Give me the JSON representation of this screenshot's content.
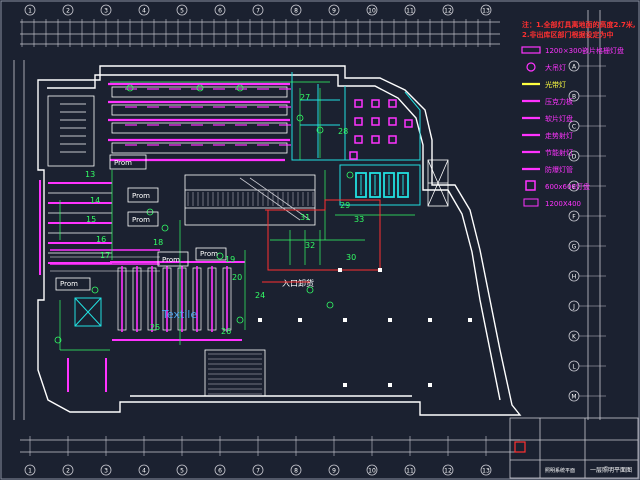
{
  "colors": {
    "background": "#1b2130",
    "wall": "#ffffff",
    "light": "#ff33ff",
    "circuit": "#33ff66",
    "cyan": "#22e0e0",
    "red": "#ff3030",
    "yellow": "#ffff40"
  },
  "notes": {
    "line1": "注：1.全部灯具离地面的高度2.7米,",
    "line2": "2.非出库区部门根据设定为中"
  },
  "legend": [
    {
      "label": "1200×300嵌片格栅灯盘",
      "icon": "long-fixture-icon",
      "color": "#ff33ff"
    },
    {
      "label": "大吊灯",
      "icon": "pendant-lamp-icon",
      "color": "#ff33ff"
    },
    {
      "label": "光带灯",
      "icon": "light-strip-icon",
      "color": "#ffff40"
    },
    {
      "label": "压克力板",
      "icon": "acrylic-panel-icon",
      "color": "#ff33ff"
    },
    {
      "label": "软片灯盘",
      "icon": "soft-film-icon",
      "color": "#ff33ff"
    },
    {
      "label": "走势射灯",
      "icon": "spotlight-icon",
      "color": "#ff33ff"
    },
    {
      "label": "节能射灯",
      "icon": "energy-spot-icon",
      "color": "#ff33ff"
    },
    {
      "label": "防爆灯管",
      "icon": "explosion-proof-tube-icon",
      "color": "#ff33ff"
    },
    {
      "label": "600x600灯盘",
      "icon": "square-panel-icon",
      "color": "#ff33ff"
    },
    {
      "label": "1200X400",
      "icon": "wide-panel-icon",
      "color": "#ff33ff"
    }
  ],
  "rooms": {
    "promo": [
      "Prom",
      "Prom",
      "Prom",
      "Prom",
      "Prom",
      "Prom"
    ],
    "entrance": "入口卸货",
    "textile": "Textile"
  },
  "circuits": [
    "13",
    "14",
    "15",
    "16",
    "17",
    "18",
    "19",
    "20",
    "24",
    "25",
    "26",
    "27",
    "28",
    "29",
    "30",
    "31",
    "32",
    "33"
  ],
  "grid_labels_top": [
    "1",
    "2",
    "3",
    "4",
    "5",
    "6",
    "7",
    "8",
    "9",
    "10",
    "11",
    "12",
    "13"
  ],
  "grid_labels_right": [
    "A",
    "B",
    "C",
    "D",
    "E",
    "F",
    "G",
    "H",
    "J",
    "K",
    "L",
    "M"
  ],
  "title_block": {
    "drawing_name": "一层照明平面图",
    "sheet_label": "照明系统平面"
  }
}
